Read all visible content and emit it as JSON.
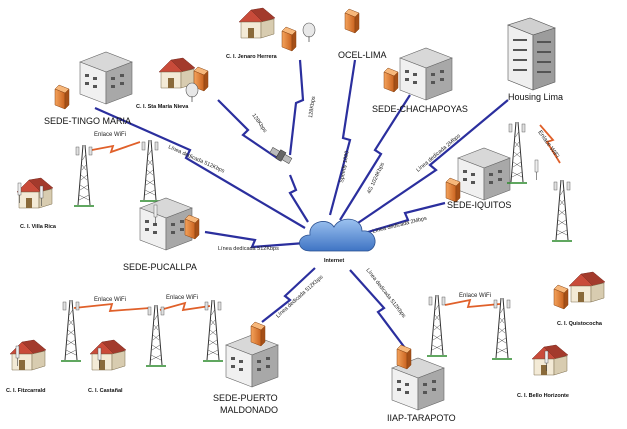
{
  "sites": {
    "tingo_maria": "SEDE-TINGO MARIA",
    "chachapoyas": "SEDE-CHACHAPOYAS",
    "housing_lima": "Housing Lima",
    "ocel_lima": "OCEL-LIMA",
    "iquitos": "SEDE-IQUITOS",
    "pucallpa": "SEDE-PUCALLPA",
    "puerto_maldonado_1": "SEDE-PUERTO",
    "puerto_maldonado_2": "MALDONADO",
    "tarapoto": "IIAP-TARAPOTO",
    "internet": "Internet"
  },
  "centers": {
    "jenaro_herrera": "C. I. Jenaro Herrera",
    "sta_maria_nieva": "C. I. Sta María Nieva",
    "villa_rica": "C. I. Villa Rica",
    "quistococha": "C. I. Quistococha",
    "fitzcarrald": "C. I. Fitzcarrald",
    "castanal": "C. I. Castañal",
    "bello_horizonte": "C. I. Bello Horizonte"
  },
  "links": {
    "tingo_maria": "Línea dedicada 512Kbps",
    "pucallpa": "Línea dedicada 512Kbps",
    "puerto_maldonado": "Línea dedicada 512Kbps",
    "tarapoto": "Línea dedicada 512Kbps",
    "chachapoyas": "4G 1024Kbps",
    "ocel_lima": "Speedy 1000",
    "iquitos_top": "Línea dedicada 2Mbps",
    "iquitos": "Línea dedicada 2Mbps",
    "jenaro_herrera": "128Kbps",
    "sta_maria_nieva": "128Kbps",
    "wifi_villa_rica": "Enlace WiFi",
    "wifi_quistococha": "Enlace WiFi",
    "wifi_fitzcarrald": "Enlace WiFi",
    "wifi_castanal": "Enlace WiFi",
    "wifi_bello_horizonte": "Enlace WiFi"
  },
  "colors": {
    "wan_link": "#2b2f9e",
    "wifi_link": "#e0602a",
    "cloud": "#5b8fd6",
    "device": "#e8813a"
  }
}
